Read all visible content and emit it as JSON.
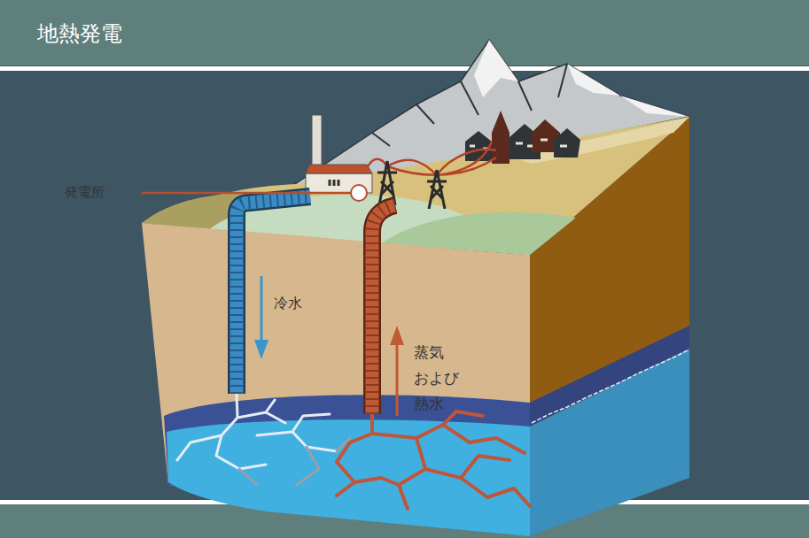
{
  "diagram": {
    "title": "地熱発電",
    "labels": [
      "発電所",
      "冷水",
      "蒸気 および 熱水"
    ]
  }
}
